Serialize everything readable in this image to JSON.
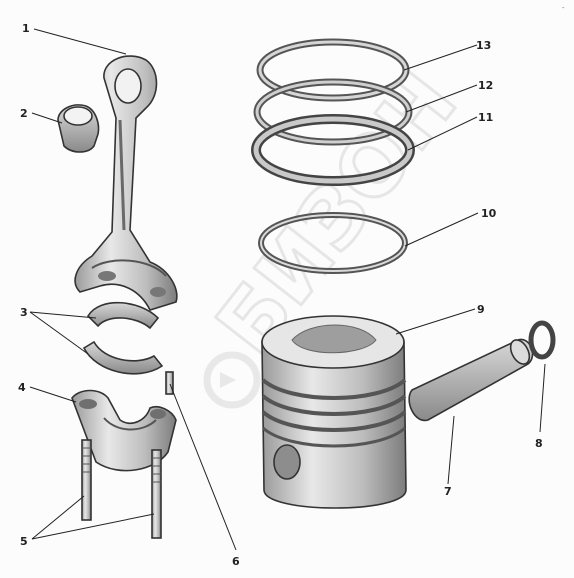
{
  "diagram": {
    "corner_mark": "-",
    "watermark": "БИЗОН",
    "callouts": [
      {
        "id": "1",
        "label": "1"
      },
      {
        "id": "2",
        "label": "2"
      },
      {
        "id": "3",
        "label": "3"
      },
      {
        "id": "4",
        "label": "4"
      },
      {
        "id": "5",
        "label": "5"
      },
      {
        "id": "6",
        "label": "6"
      },
      {
        "id": "7",
        "label": "7"
      },
      {
        "id": "8",
        "label": "8"
      },
      {
        "id": "9",
        "label": "9"
      },
      {
        "id": "10",
        "label": "10"
      },
      {
        "id": "11",
        "label": "11"
      },
      {
        "id": "12",
        "label": "12"
      },
      {
        "id": "13",
        "label": "13"
      }
    ]
  }
}
